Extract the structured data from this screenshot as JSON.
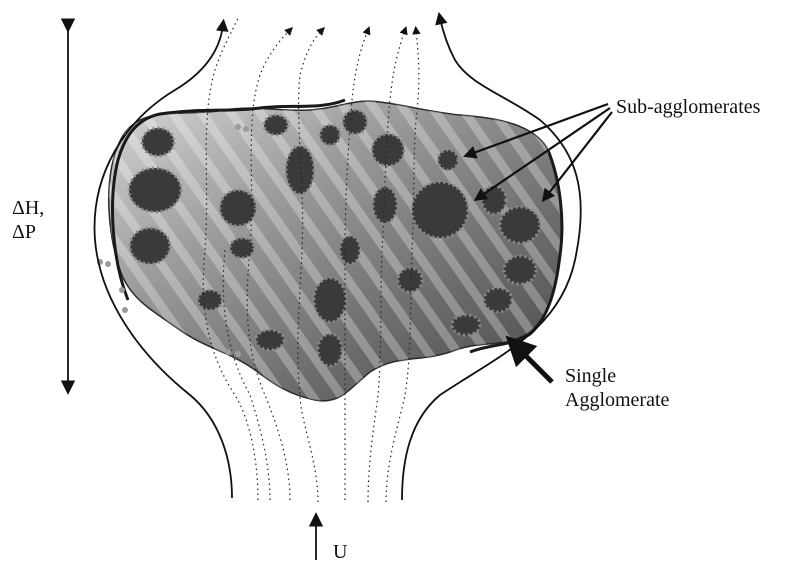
{
  "labels": {
    "delta_h": "ΔH,",
    "delta_p": "ΔP",
    "sub_agglomerates": "Sub-agglomerates",
    "single_line1": "Single",
    "single_line2": "Agglomerate",
    "velocity": "U"
  },
  "colors": {
    "background": "#ffffff",
    "ink": "#111111",
    "agglomerate_fill": "#6b6b6b",
    "agglomerate_light": "#c4c4c4",
    "sub_agglomerate_fill": "#3a3a3a",
    "halo": "#a9a9a9"
  },
  "icons": [
    "double-headed-arrow",
    "flow-arrow",
    "pointer-arrow"
  ]
}
